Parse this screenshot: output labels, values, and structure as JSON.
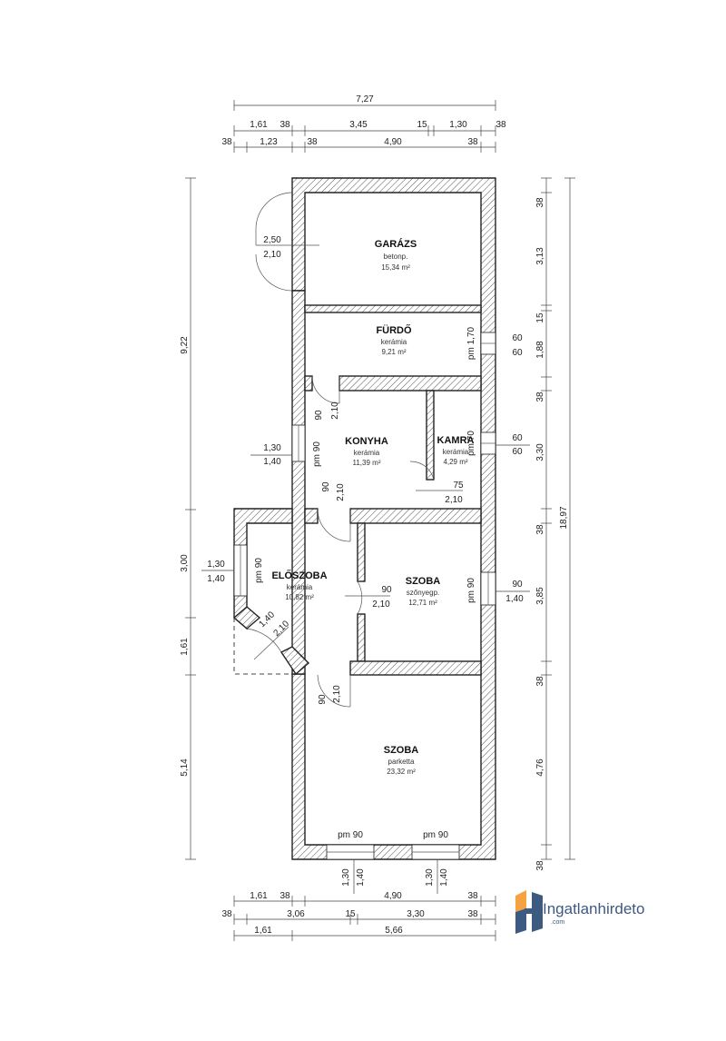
{
  "rooms": {
    "garazs": {
      "name": "GARÁZS",
      "floor": "betonp.",
      "area": "15,34 m²"
    },
    "furdo": {
      "name": "FÜRDŐ",
      "floor": "kerámia",
      "area": "9,21 m²"
    },
    "konyha": {
      "name": "KONYHA",
      "floor": "kerámia",
      "area": "11,39 m²"
    },
    "kamra": {
      "name": "KAMRA",
      "floor": "kerámia",
      "area": "4,29 m²"
    },
    "eloszoba": {
      "name": "ELŐSZOBA",
      "floor": "kerámia",
      "area": "10,82 m²"
    },
    "szoba1": {
      "name": "SZOBA",
      "floor": "szőnyegp.",
      "area": "12,71 m²"
    },
    "szoba2": {
      "name": "SZOBA",
      "floor": "parketta",
      "area": "23,32 m²"
    }
  },
  "dims": {
    "top_total": "7,27",
    "top_row2": [
      "1,61",
      "38",
      "3,45",
      "15",
      "1,30",
      "38"
    ],
    "top_row3": [
      "38",
      "1,23",
      "38",
      "4,90",
      "38"
    ],
    "left_col": [
      "9,22",
      "3,00",
      "1,61",
      "5,14"
    ],
    "right_col": [
      "38",
      "3,13",
      "15",
      "1,88",
      "38",
      "3,30",
      "38",
      "3,85",
      "38",
      "4,76",
      "38"
    ],
    "right_total": "18,97",
    "bottom_row1": [
      "1,61",
      "38",
      "4,90",
      "38"
    ],
    "bottom_row2": [
      "38",
      "3,06",
      "15",
      "3,30",
      "38"
    ],
    "bottom_row3": [
      "1,61",
      "5,66"
    ]
  },
  "openings": {
    "garage_door_w": "2,50",
    "garage_door_h": "2,10",
    "bath_win_pm": "pm 1,70",
    "bath_win_w": "60",
    "bath_win_h": "60",
    "bath_door_w": "90",
    "bath_door_h": "2,10",
    "kitchen_win_w": "1,30",
    "kitchen_win_h": "1,40",
    "kitchen_win_pm": "pm 90",
    "pantry_win_pm": "pm 70",
    "pantry_win_w": "60",
    "pantry_win_h": "60",
    "pantry_door_w": "75",
    "pantry_door_h": "2,10",
    "kitchen_door_w": "90",
    "kitchen_door_h": "2,10",
    "hall_win_w": "1,30",
    "hall_win_h": "1,40",
    "hall_win_pm": "pm 90",
    "entry_door_w": "1,40",
    "entry_door_h": "2,10",
    "room1_door_w": "90",
    "room1_door_h": "2,10",
    "room1_win_pm": "pm 90",
    "room1_win_w": "90",
    "room1_win_h": "1,40",
    "room2_door_w": "90",
    "room2_door_h": "2,10",
    "room2_win1_pm": "pm 90",
    "room2_win2_pm": "pm 90",
    "room2_win1_w": "1,30",
    "room2_win1_h": "1,40",
    "room2_win2_w": "1,30",
    "room2_win2_h": "1,40"
  },
  "logo": {
    "text": "Ingatlanhirdeto",
    "sub": ".com",
    "accent": "#f4a340",
    "brand": "#3d5a80"
  }
}
